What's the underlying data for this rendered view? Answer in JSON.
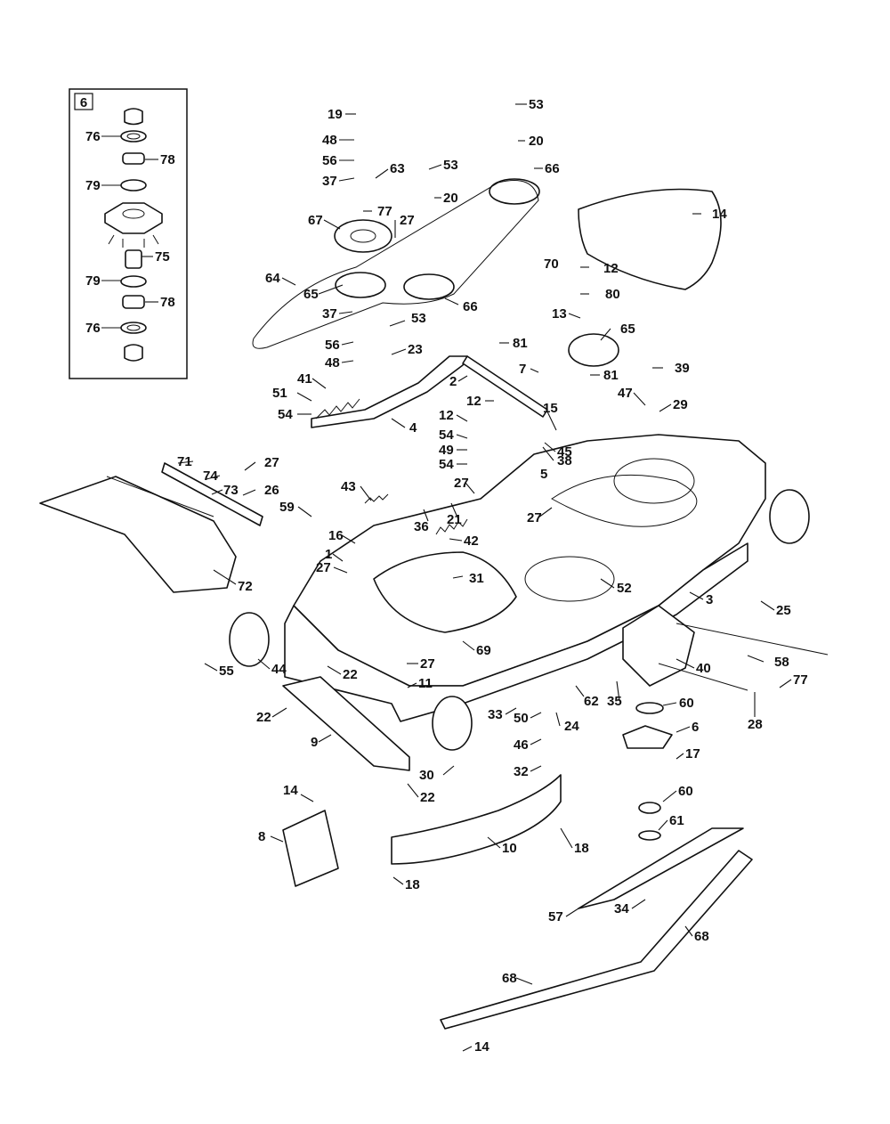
{
  "inset": {
    "label": "6",
    "callouts": [
      "76",
      "78",
      "79",
      "75",
      "79",
      "78",
      "76"
    ]
  },
  "callouts": [
    "19",
    "48",
    "56",
    "37",
    "63",
    "77",
    "67",
    "27",
    "64",
    "65",
    "37",
    "56",
    "48",
    "53",
    "20",
    "53",
    "20",
    "66",
    "66",
    "53",
    "23",
    "41",
    "51",
    "54",
    "4",
    "81",
    "2",
    "7",
    "12",
    "81",
    "12",
    "54",
    "49",
    "54",
    "15",
    "45",
    "38",
    "5",
    "14",
    "70",
    "12",
    "80",
    "13",
    "65",
    "39",
    "47",
    "29",
    "71",
    "74",
    "73",
    "27",
    "26",
    "72",
    "43",
    "59",
    "36",
    "21",
    "27",
    "27",
    "16",
    "42",
    "1",
    "27",
    "31",
    "52",
    "3",
    "25",
    "55",
    "44",
    "22",
    "69",
    "27",
    "11",
    "22",
    "9",
    "33",
    "50",
    "46",
    "32",
    "24",
    "62",
    "35",
    "40",
    "58",
    "28",
    "77",
    "60",
    "6",
    "17",
    "30",
    "22",
    "14",
    "8",
    "18",
    "10",
    "18",
    "60",
    "61",
    "57",
    "34",
    "68",
    "68",
    "14"
  ]
}
